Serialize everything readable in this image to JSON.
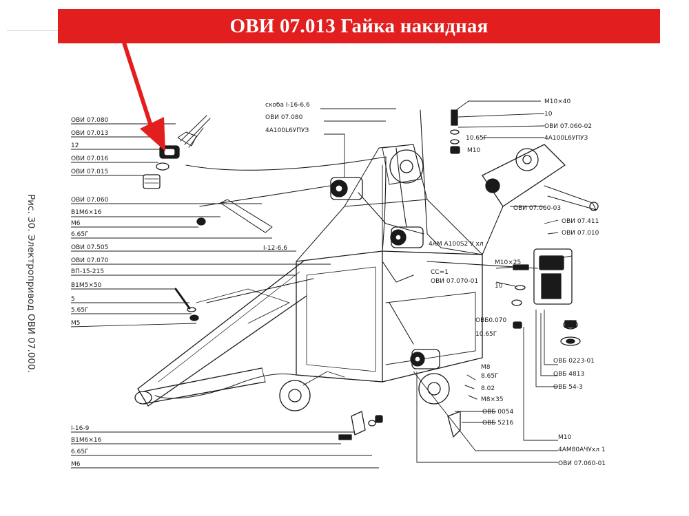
{
  "title": "ОВИ 07.013 Гайка накидная",
  "caption": "Рис. 30. Электропривод ОВИ 07.000.",
  "colors": {
    "banner": "#e31e1e",
    "arrow": "#e31e1e",
    "ink": "#1a1a1a"
  },
  "labels": [
    "ОВИ 07.080",
    "ОВИ 07.013",
    "12",
    "ОВИ 07.016",
    "ОВИ 07.015",
    "ОВИ 07.060",
    "В1М6×16",
    "М6",
    "6.65Г",
    "ОВИ 07.505",
    "ОВИ 07.070",
    "ВП-15-215",
    "В1М5×50",
    "5",
    "5.65Г",
    "М5",
    "I-16-9",
    "В1М6×16",
    "6.65Г",
    "М6",
    "скоба I-16-6,6",
    "ОВИ 07.080",
    "4А100L6УПУЗ",
    "I-12-6,6",
    "СС=1",
    "ОВИ 07.070-01",
    "4АМ А100S2 У хл",
    "М10×40",
    "10",
    "ОВИ 07.060-02",
    "4А100L6УПУЗ",
    "10.65Г",
    "М10",
    "ОВИ 07.060-03",
    "ОВИ 07.411",
    "ОВИ 07.010",
    "М10×25",
    "10",
    "ОВБ0.070",
    "10.65Г",
    "ОВБ 0223-01",
    "ОВБ 4813",
    "ОВБ 54-3",
    "М8",
    "8.65Г",
    "8.02",
    "М8×35",
    "ОВБ 0054",
    "ОВБ 5216",
    "М10",
    "4АМ80АЧУхл 1",
    "ОВИ 07.060-01"
  ]
}
